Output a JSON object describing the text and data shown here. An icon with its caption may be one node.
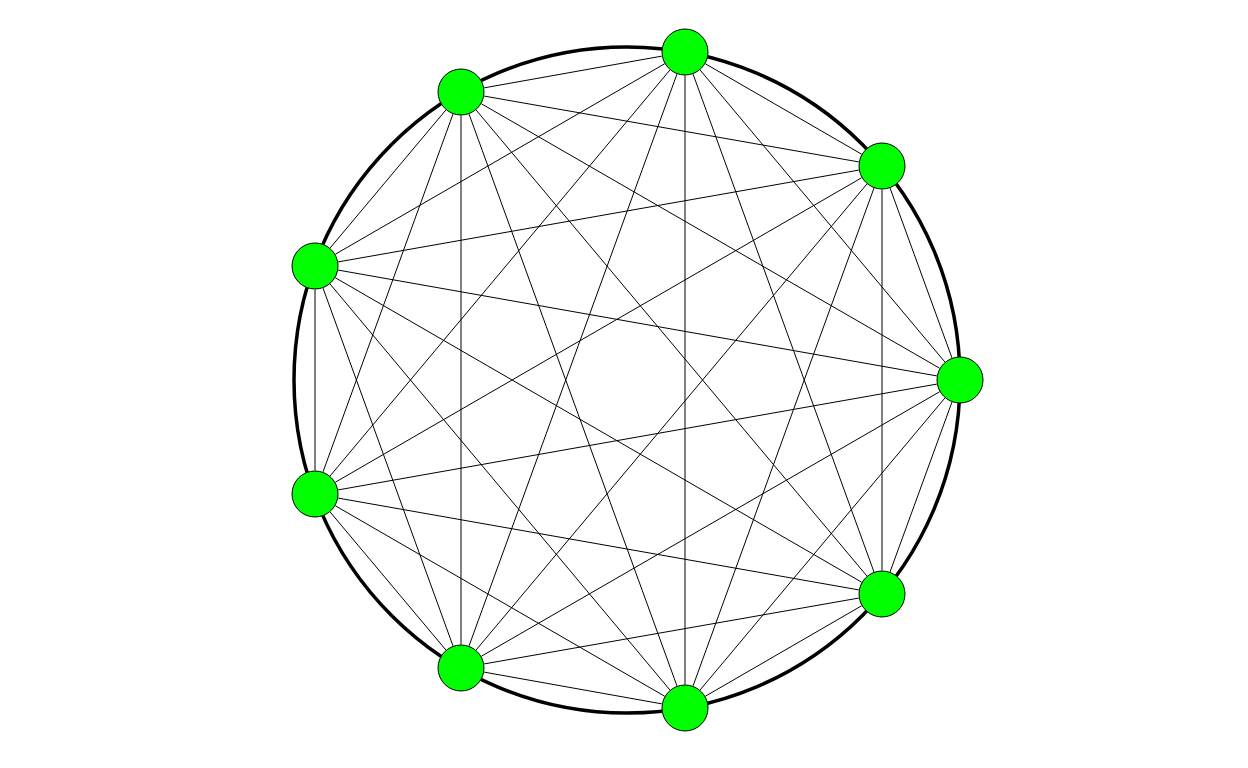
{
  "diagram": {
    "nodes": [
      {
        "text": [],
        "shape": "circle"
      },
      {
        "text": [],
        "shape": "circle"
      },
      {
        "text": [],
        "shape": "circle"
      },
      {
        "text": [],
        "shape": "circle"
      },
      {
        "text": [],
        "shape": "circle"
      },
      {
        "text": [],
        "shape": "circle"
      },
      {
        "text": [],
        "shape": "circle"
      },
      {
        "text": [],
        "shape": "circle"
      },
      {
        "text": [],
        "shape": "circle"
      }
    ],
    "edges": [
      {
        "from": 0,
        "to": 1,
        "arrow": "none"
      },
      {
        "from": 0,
        "to": 2,
        "arrow": "none"
      },
      {
        "from": 0,
        "to": 3,
        "arrow": "none"
      },
      {
        "from": 0,
        "to": 4,
        "arrow": "none"
      },
      {
        "from": 0,
        "to": 5,
        "arrow": "none"
      },
      {
        "from": 0,
        "to": 6,
        "arrow": "none"
      },
      {
        "from": 0,
        "to": 7,
        "arrow": "none"
      },
      {
        "from": 0,
        "to": 8,
        "arrow": "none"
      },
      {
        "from": 1,
        "to": 2,
        "arrow": "none"
      },
      {
        "from": 1,
        "to": 3,
        "arrow": "none"
      },
      {
        "from": 1,
        "to": 4,
        "arrow": "none"
      },
      {
        "from": 1,
        "to": 5,
        "arrow": "none"
      },
      {
        "from": 1,
        "to": 6,
        "arrow": "none"
      },
      {
        "from": 1,
        "to": 7,
        "arrow": "none"
      },
      {
        "from": 1,
        "to": 8,
        "arrow": "none"
      },
      {
        "from": 2,
        "to": 3,
        "arrow": "none"
      },
      {
        "from": 2,
        "to": 4,
        "arrow": "none"
      },
      {
        "from": 2,
        "to": 5,
        "arrow": "none"
      },
      {
        "from": 2,
        "to": 6,
        "arrow": "none"
      },
      {
        "from": 2,
        "to": 7,
        "arrow": "none"
      },
      {
        "from": 2,
        "to": 8,
        "arrow": "none"
      },
      {
        "from": 3,
        "to": 4,
        "arrow": "none"
      },
      {
        "from": 3,
        "to": 5,
        "arrow": "none"
      },
      {
        "from": 3,
        "to": 6,
        "arrow": "none"
      },
      {
        "from": 3,
        "to": 7,
        "arrow": "none"
      },
      {
        "from": 3,
        "to": 8,
        "arrow": "none"
      },
      {
        "from": 4,
        "to": 5,
        "arrow": "none"
      },
      {
        "from": 4,
        "to": 6,
        "arrow": "none"
      },
      {
        "from": 4,
        "to": 7,
        "arrow": "none"
      },
      {
        "from": 4,
        "to": 8,
        "arrow": "none"
      },
      {
        "from": 5,
        "to": 6,
        "arrow": "none"
      },
      {
        "from": 5,
        "to": 7,
        "arrow": "none"
      },
      {
        "from": 5,
        "to": 8,
        "arrow": "none"
      },
      {
        "from": 6,
        "to": 7,
        "arrow": "none"
      },
      {
        "from": 6,
        "to": 8,
        "arrow": "none"
      },
      {
        "from": 7,
        "to": 8,
        "arrow": "none"
      }
    ]
  }
}
